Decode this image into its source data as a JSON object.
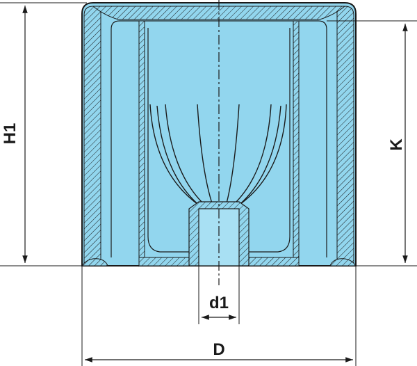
{
  "diagram": {
    "labels": {
      "h1": "H1",
      "k": "K",
      "d1": "d1",
      "d": "D"
    },
    "colors": {
      "part_fill": "#92d6ee",
      "part_fill_light": "#a8e0f3",
      "outline": "#1a1a1a",
      "centerline": "#1a1a1a",
      "background": "#ffffff"
    }
  }
}
